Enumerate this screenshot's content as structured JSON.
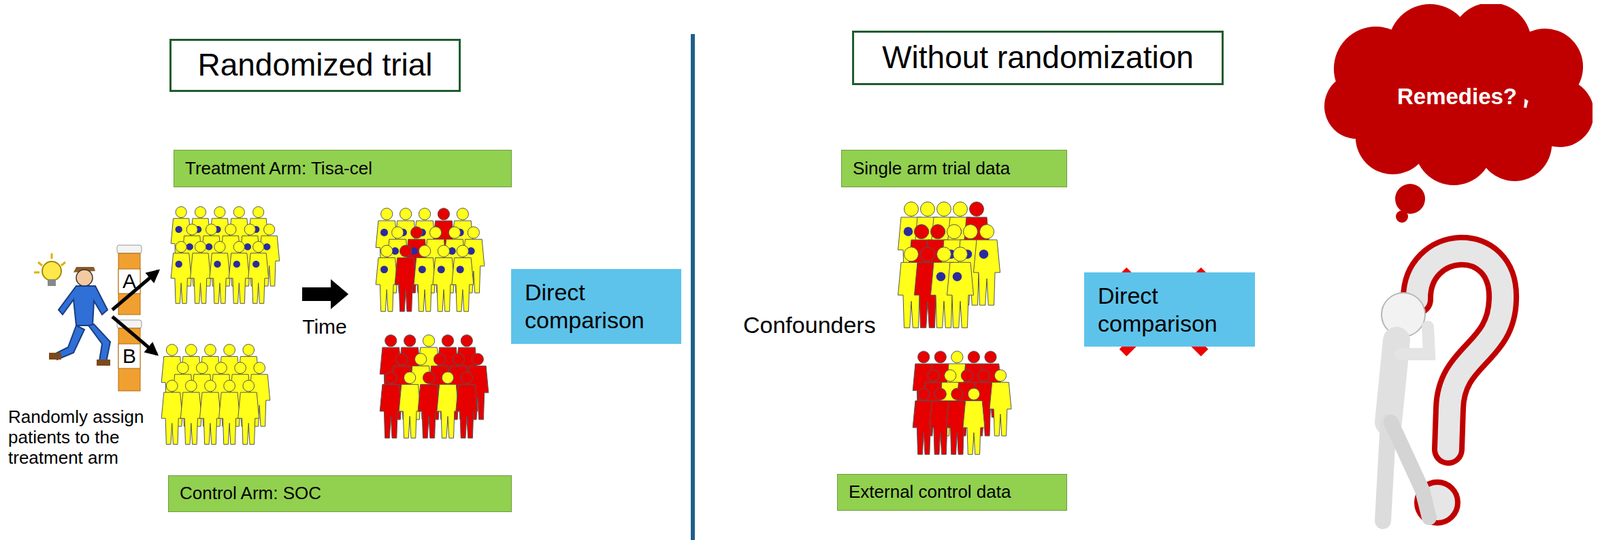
{
  "diagram": {
    "nodes": [
      {
        "text": [
          "Randomized trial"
        ]
      },
      {
        "text": [
          "Treatment Arm: Tisa-cel"
        ]
      },
      {
        "text": [
          "Direct comparison"
        ]
      },
      {
        "text": [
          "Control Arm: SOC"
        ]
      },
      {
        "text": [
          "Without randomization"
        ]
      },
      {
        "text": [
          "Single arm trial data"
        ]
      },
      {
        "text": [
          "Direct comparison"
        ]
      },
      {
        "text": [
          "External control data"
        ]
      },
      {
        "text": [
          "Remedies?"
        ]
      }
    ],
    "labels": [
      "A",
      "B",
      "Time",
      "Randomly assign patients to the treatment arm",
      "Confounders"
    ]
  }
}
